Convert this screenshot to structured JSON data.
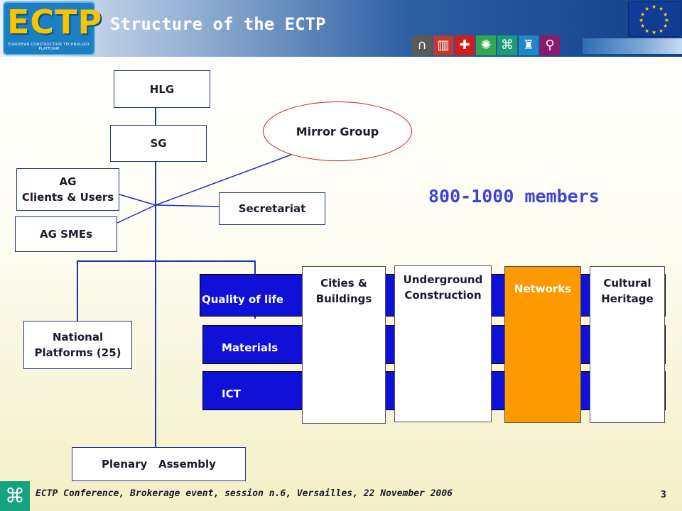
{
  "header": {
    "logo_text": "ECTP",
    "logo_subtitle": "EUROPEAN CONSTRUCTION TECHNOLOGY PLATFORM",
    "title": "Structure of the ECTP",
    "icon_strip": [
      "tunnel-icon",
      "buildings-icon",
      "cross-icon",
      "sun-icon",
      "knot-icon",
      "tower-icon",
      "antenna-icon"
    ]
  },
  "org": {
    "hlg": "HLG",
    "sg": "SG",
    "mirror_group": "Mirror Group",
    "ag_clients_line1": "AG",
    "ag_clients_line2": "Clients & Users",
    "ag_smes": "AG SMEs",
    "secretariat": "Secretariat",
    "national_line1": "National",
    "national_line2": "Platforms (25)",
    "plenary": "Plenary   Assembly"
  },
  "members": "800-1000 members",
  "bands": [
    "Quality of life",
    "Materials",
    "ICT"
  ],
  "columns": [
    {
      "line1": "Cities &",
      "line2": "Buildings"
    },
    {
      "line1": "Underground",
      "line2": "Construction"
    },
    {
      "line1": "Networks",
      "line2": ""
    },
    {
      "line1": "Cultural",
      "line2": "Heritage"
    }
  ],
  "colors": {
    "band": "#1010d6",
    "networks": "#ff9900",
    "connector": "#1c2fb8",
    "members_text": "#3f44d6"
  },
  "footer": {
    "text": "ECTP Conference, Brokerage event, session n.6, Versailles, 22 November 2006",
    "page": "3"
  }
}
